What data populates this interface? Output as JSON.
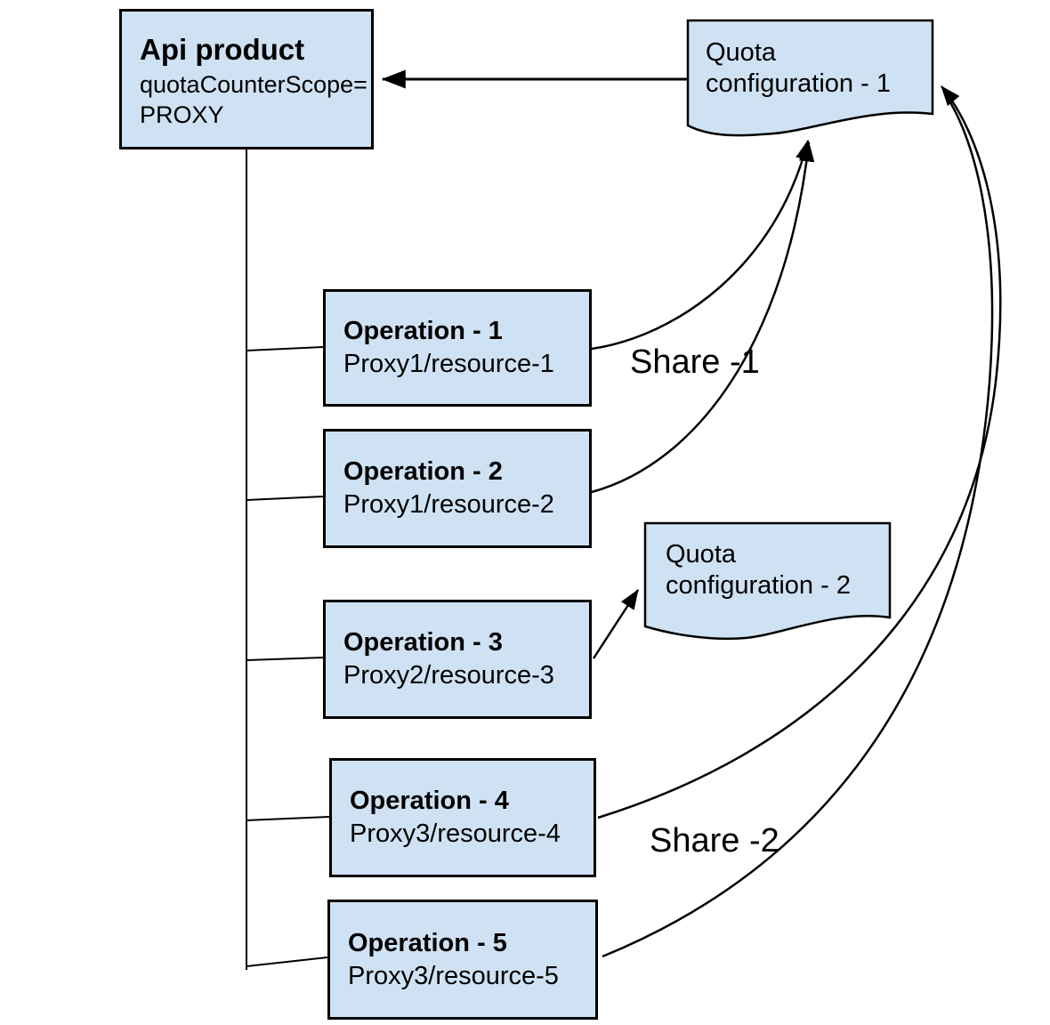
{
  "diagram": {
    "api_product": {
      "title": "Api product",
      "attr_line1": "quotaCounterScope=",
      "attr_line2": "PROXY"
    },
    "quota_config_1": {
      "line1": "Quota",
      "line2": "configuration - 1"
    },
    "quota_config_2": {
      "line1": "Quota",
      "line2": "configuration - 2"
    },
    "operations": [
      {
        "title": "Operation - 1",
        "subtitle": "Proxy1/resource-1"
      },
      {
        "title": "Operation - 2",
        "subtitle": "Proxy1/resource-2"
      },
      {
        "title": "Operation - 3",
        "subtitle": "Proxy2/resource-3"
      },
      {
        "title": "Operation - 4",
        "subtitle": "Proxy3/resource-4"
      },
      {
        "title": "Operation - 5",
        "subtitle": "Proxy3/resource-5"
      }
    ],
    "labels": {
      "share_1": "Share -1",
      "share_2": "Share -2"
    },
    "colors": {
      "node_fill": "#cfe2f3",
      "node_border": "#000000",
      "connector": "#000000",
      "background": "#ffffff"
    }
  }
}
